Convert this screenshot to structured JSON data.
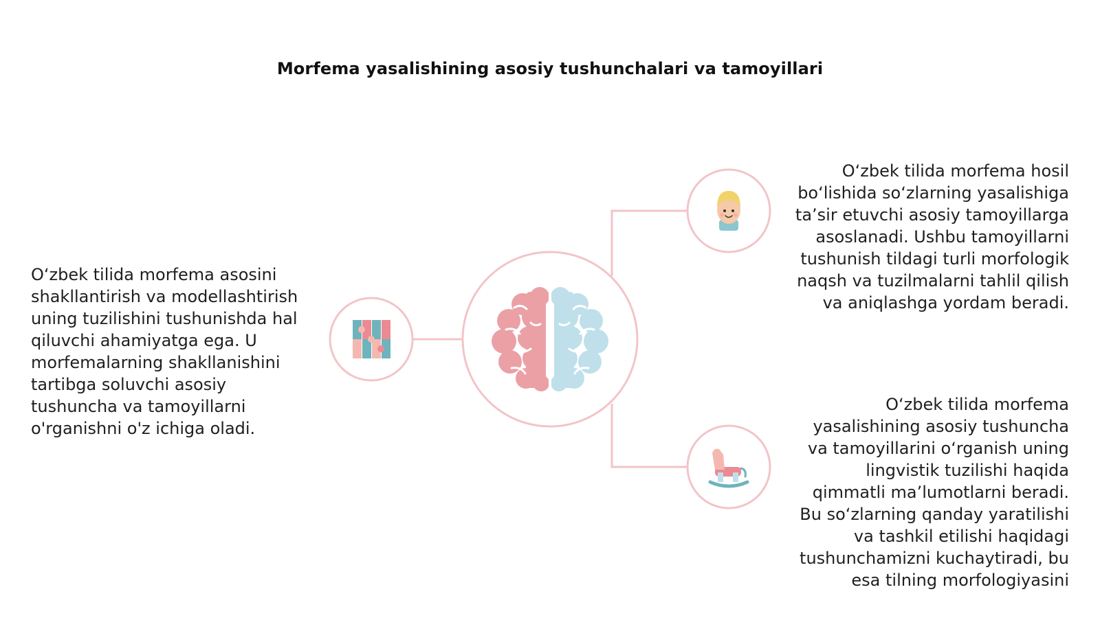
{
  "title": "Morfema yasalishining asosiy tushunchalari va tamoyillari",
  "blocks": {
    "left": "O‘zbek tilida morfema asosini shakllantirish va modellashtirish uning tuzilishini tushunishda hal qiluvchi ahamiyatga ega. U morfemalarning shakllanishini tartibga soluvchi asosiy tushuncha va tamoyillarni o'rganishni o'z ichiga oladi.",
    "right_top": "O‘zbek tilida morfema hosil bo‘lishida so‘zlarning yasalishiga ta’sir etuvchi asosiy tamoyillarga asoslanadi. Ushbu tamoyillarni tushunish tildagi turli morfologik naqsh va tuzilmalarni tahlil qilish va aniqlashga yordam beradi.",
    "right_bottom": "O‘zbek tilida morfema yasalishining asosiy tushuncha va tamoyillarini o‘rganish uning lingvistik tuzilishi haqida qimmatli ma’lumotlarni beradi. Bu so‘zlarning qanday yaratilishi va tashkil etilishi haqidagi tushunchamizni kuchaytiradi, bu esa tilning morfologiyasini"
  },
  "icons": {
    "center": "brain-icon",
    "left": "puzzle-icon",
    "top_right": "child-face-icon",
    "bottom_right": "rocking-horse-icon"
  },
  "colors": {
    "connector": "#f2c4c8",
    "pink": "#eba0a6",
    "blue": "#bfe0ea",
    "teal": "#6fb3bc"
  }
}
